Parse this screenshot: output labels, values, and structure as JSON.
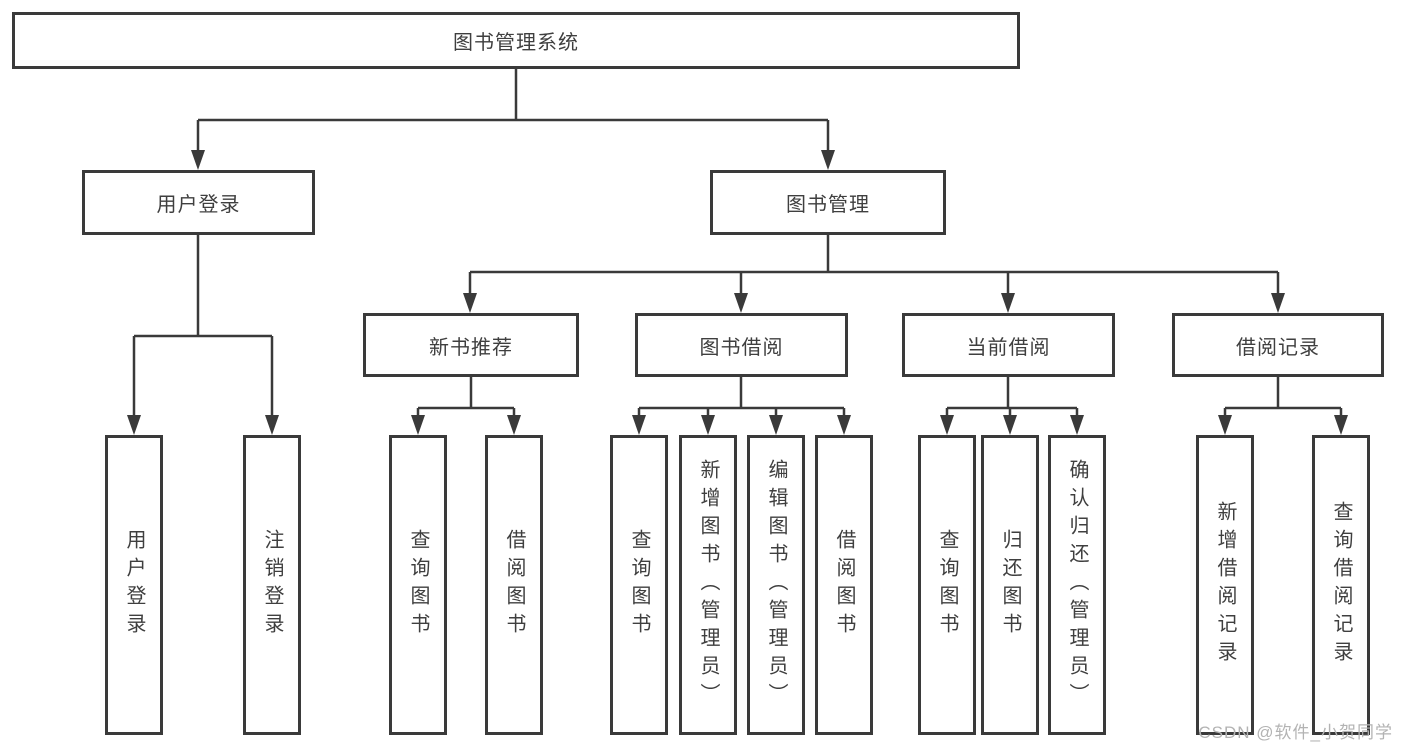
{
  "diagram": {
    "root": {
      "label": "图书管理系统"
    },
    "branches": [
      {
        "label": "用户登录"
      },
      {
        "label": "图书管理"
      }
    ],
    "modules": [
      {
        "label": "新书推荐"
      },
      {
        "label": "图书借阅"
      },
      {
        "label": "当前借阅"
      },
      {
        "label": "借阅记录"
      }
    ],
    "leaves": {
      "login": [
        "用户登录",
        "注销登录"
      ],
      "newbook": [
        "查询图书",
        "借阅图书"
      ],
      "borrow": [
        "查询图书",
        "新增图书（管理员）",
        "编辑图书（管理员）",
        "借阅图书"
      ],
      "current": [
        "查询图书",
        "归还图书",
        "确认归还（管理员）"
      ],
      "records": [
        "新增借阅记录",
        "查询借阅记录"
      ]
    },
    "colors": {
      "line": "#3a3a3a",
      "text": "#3f3f3f",
      "box_bg": "#ffffff",
      "watermark": "#b3b3b3"
    },
    "watermark": "CSDN @软件_小贺同学"
  }
}
